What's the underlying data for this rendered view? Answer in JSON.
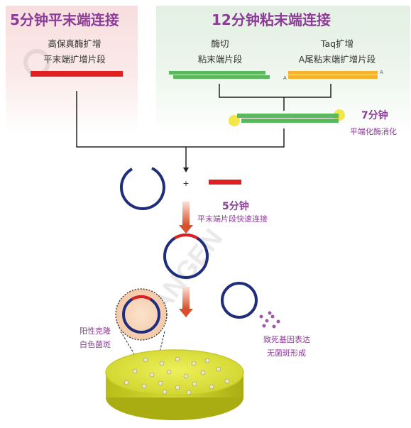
{
  "left_panel": {
    "title": "5分钟平末端连接",
    "label_line1": "高保真酶扩增",
    "label_line2": "平末端扩增片段"
  },
  "right_panel": {
    "title": "12分钟粘末端连接",
    "left_label_line1": "酶切",
    "left_label_line2": "粘末端片段",
    "right_label_line1": "Taq扩增",
    "right_label_line2": "A尾粘末端扩增片段",
    "a_tail_mark": "A"
  },
  "blunting_step": {
    "time": "7分钟",
    "description": "平端化酶消化"
  },
  "plus_sign": "+",
  "ligation_step": {
    "time": "5分钟",
    "description": "平末端片段快速连接"
  },
  "positive_clone": {
    "line1": "阳性克隆",
    "line2": "白色菌斑"
  },
  "negative_note": {
    "line1": "致死基因表达",
    "line2": "无菌斑形成"
  },
  "watermark": "TIANGEN",
  "registered_mark": "®",
  "colors": {
    "title_purple": "#8b3d96",
    "blunt_fragment_red": "#e02020",
    "sticky_fragment_green": "#5cb85c",
    "a_tail_fragment_orange": "#f5b22d",
    "plasmid_navy": "#1f2d7a",
    "enzyme_yellow": "#f2e64a",
    "agar_yellow": "#d9dc3a",
    "arrow_red": "#d8502e"
  }
}
